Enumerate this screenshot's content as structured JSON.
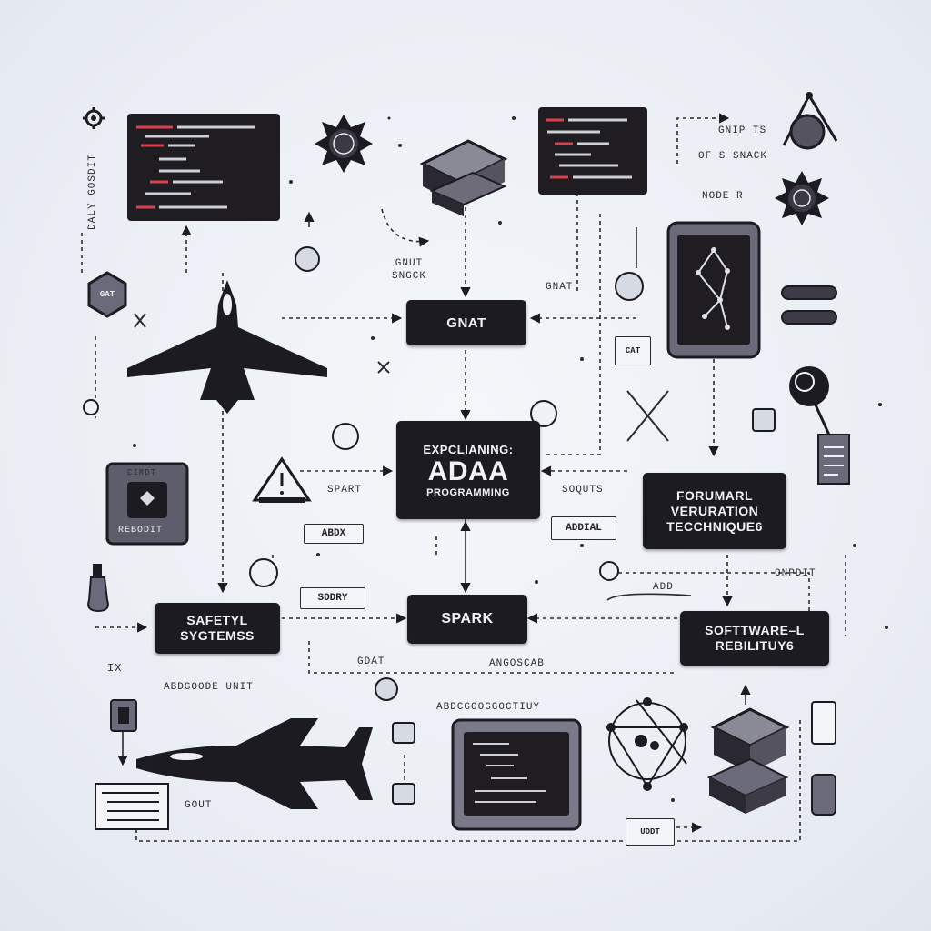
{
  "colors": {
    "ink": "#1d1b22",
    "accent": "#d8424a",
    "paper": "#eef1f6",
    "panel": "#6b6a7a"
  },
  "nodes": {
    "center": {
      "line1": "EXPCLIANING:",
      "line2": "ADAA",
      "line3": "PROGRAMMING"
    },
    "gnat": "GNAT",
    "spark": "SPARK",
    "formal": {
      "line1": "FORUMARL",
      "line2": "VERURATION",
      "line3": "TECCHNIQUE6"
    },
    "safety": {
      "line1": "SAFETYL",
      "line2": "SYGTEMSS"
    },
    "software": {
      "line1": "SOFTTWARE–L",
      "line2": "REBILITUY6"
    }
  },
  "labels": {
    "gnat_stack": "GNUT\nSNGCK",
    "gnat_small": "GNAT",
    "spart": "SPART",
    "soquts": "SOQUTS",
    "addial": "ADDIAL",
    "abdx": "ABDX",
    "sddry": "SDDRY",
    "add": "ADD",
    "onpdit": "ONPDIT",
    "gdat": "GDAT",
    "angoscab": "ANGOSCAB",
    "abddc1": "ABDGOODE UNIT",
    "abddc2": "ABDCGOOGGOCTIUY",
    "gout": "GOUT",
    "uddt": "UDDT",
    "top_right1": "GNIP TS",
    "top_right2": "OF S SNACK",
    "node_r": "NODE  R",
    "vert_left": "DALY GOSDIT",
    "left_gat": "GAT",
    "left_cirdt": "CIRDT",
    "left_rebodit": "REBODIT",
    "cat_small": "CAT",
    "left_ix": "IX"
  },
  "icons": [
    "gear-icon",
    "jet-icon",
    "warning-icon",
    "star-badge-icon",
    "chip-icon",
    "network-icon",
    "tablet-icon",
    "monitor-icon",
    "cube-icon",
    "magnifier-icon",
    "bulb-icon",
    "document-icon"
  ]
}
